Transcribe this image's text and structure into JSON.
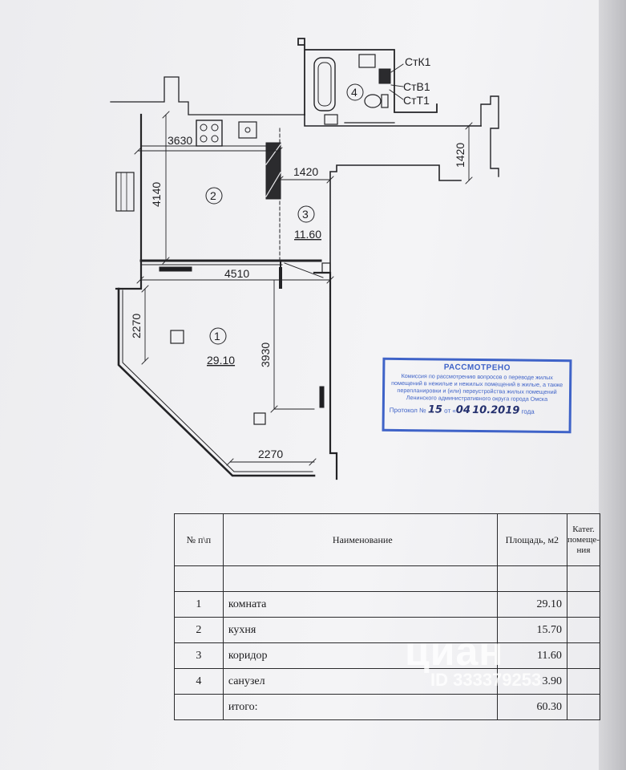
{
  "plan": {
    "dimensions": {
      "kitchen_width": "3630",
      "kitchen_depth": "4140",
      "corridor_width": "1420",
      "bath_depth": "1420",
      "room_width": "4510",
      "room_depth": "3930",
      "room_left": "2270",
      "room_bottom": "2270"
    },
    "room_numbers": {
      "r1": "1",
      "r2": "2",
      "r3": "3",
      "r4": "4"
    },
    "room_areas": {
      "r1": "29.10",
      "r3": "11.60"
    },
    "riser_labels": {
      "k1": "СтК1",
      "v1": "СтВ1",
      "t1": "СтТ1"
    }
  },
  "stamp": {
    "title": "РАССМОТРЕНО",
    "text": "Комиссия по рассмотрению вопросов о переводе жилых помещений в нежилые и нежилых помещений в жилые, а также перепланировки и (или) переустройства жилых помещений Ленинского административного округа города Омска",
    "protocol_label": "Протокол №",
    "protocol_number": "15",
    "from_label": "от «",
    "day": "04",
    "date_rest": "10.2019",
    "year_label": "года",
    "color": "#3f63c8"
  },
  "table": {
    "headers": {
      "num": "№ п\\п",
      "name": "Наименование",
      "area": "Площадь, м2",
      "cat": "Катег. помеще-ния"
    },
    "rows": [
      {
        "num": "1",
        "name": "комната",
        "area": "29.10"
      },
      {
        "num": "2",
        "name": "кухня",
        "area": "15.70"
      },
      {
        "num": "3",
        "name": "коридор",
        "area": "11.60"
      },
      {
        "num": "4",
        "name": "санузел",
        "area": "3.90"
      }
    ],
    "total_label": "итого:",
    "total_area": "60.30"
  },
  "watermark": {
    "brand": "циан",
    "id": "ID 333379253"
  }
}
